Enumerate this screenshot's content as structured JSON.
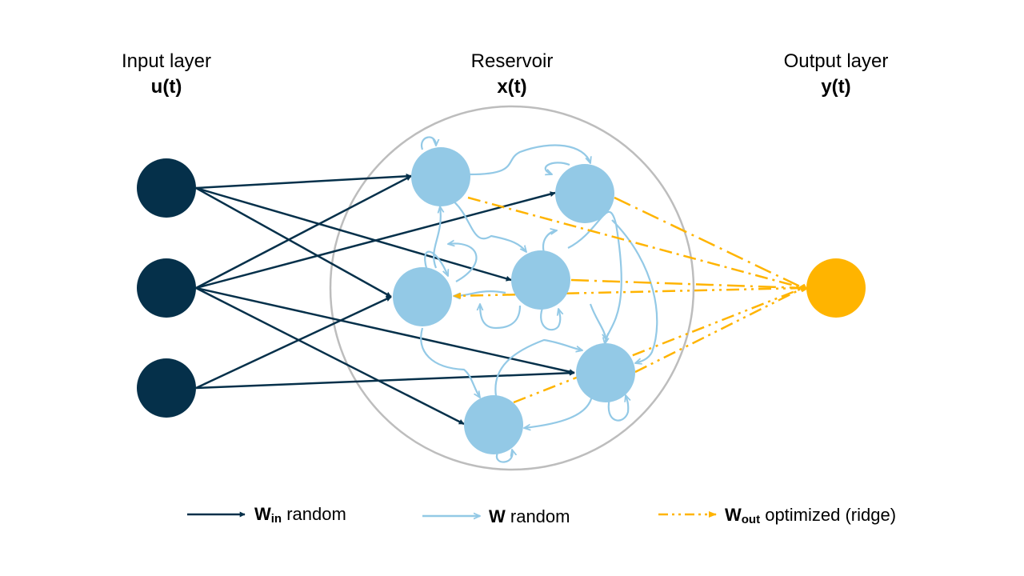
{
  "titles": {
    "input": {
      "name": "Input layer",
      "var": "u(t)"
    },
    "reservoir": {
      "name": "Reservoir",
      "var": "x(t)"
    },
    "output": {
      "name": "Output layer",
      "var": "y(t)"
    }
  },
  "legend": {
    "win": {
      "symbol": "W",
      "sub": "in",
      "text": " random"
    },
    "w": {
      "symbol": "W",
      "text": " random"
    },
    "wout": {
      "symbol": "W",
      "sub": "out",
      "text": " optimized (ridge)"
    }
  },
  "colors": {
    "input_node": "#05304a",
    "reservoir_node": "#93c9e6",
    "output_node": "#ffb400",
    "input_edge": "#05304a",
    "reservoir_edge": "#93c9e6",
    "output_edge": "#ffb400",
    "reservoir_boundary": "#bdbdbd"
  }
}
